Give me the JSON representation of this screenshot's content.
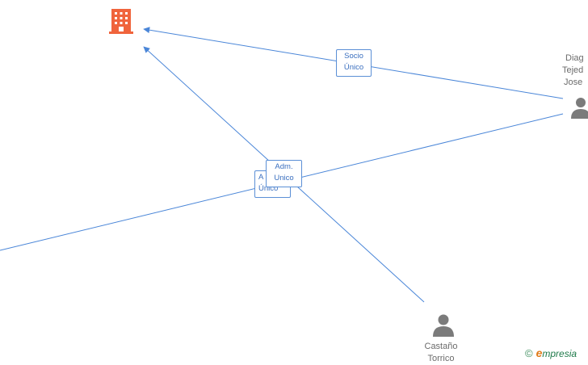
{
  "nodes": {
    "company": {
      "icon": "building-icon",
      "color": "#f0643c"
    },
    "person_right": {
      "icon": "person-icon",
      "name_lines": [
        "Diag",
        "Tejed",
        "Jose"
      ],
      "color": "#7b7b7b"
    },
    "person_bottom": {
      "icon": "person-icon",
      "name_lines": [
        "Castaño",
        "Torrico"
      ],
      "color": "#7b7b7b"
    }
  },
  "edges": {
    "socio_unico": {
      "lines": [
        "Socio",
        "Único"
      ]
    },
    "adm_unico_back": {
      "lines": [
        "A",
        "Único"
      ]
    },
    "adm_unico_front": {
      "lines": [
        "Adm.",
        "Unico"
      ]
    }
  },
  "edge_color": "#4a86d8",
  "brand": {
    "copyright": "©",
    "initial": "e",
    "rest": "mpresia"
  }
}
